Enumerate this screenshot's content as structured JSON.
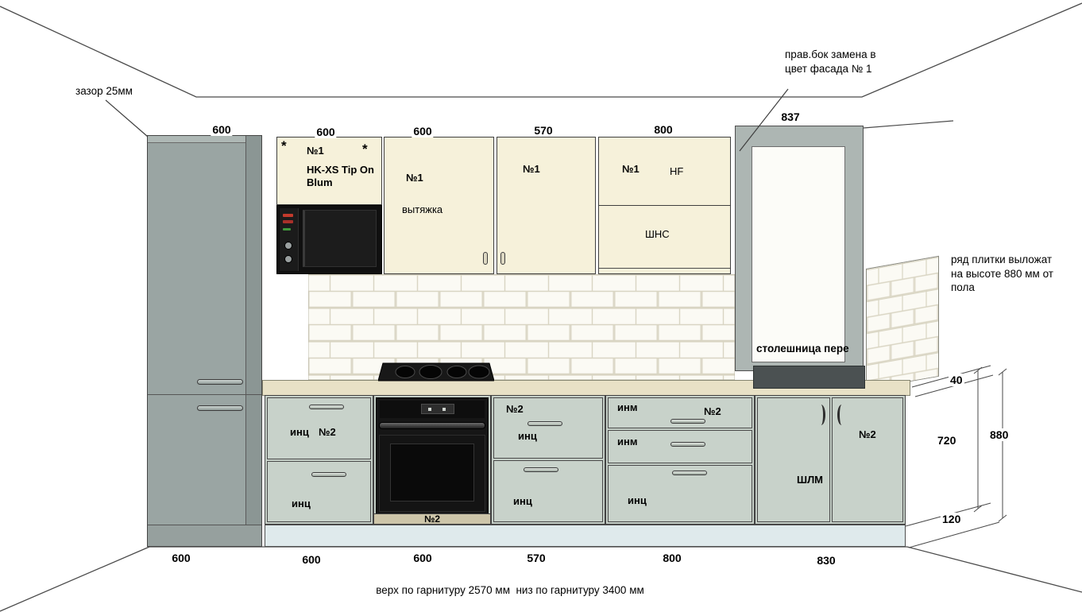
{
  "notes": {
    "gap": "зазор 25мм",
    "right_side": "прав.бок замена в цвет фасада № 1",
    "tiles": "ряд плитки выложат на высоте 880 мм от пола",
    "countertop": "столешница пере",
    "footer": "верх по гарнитуру 2570 мм  низ по гарнитуру 3400 мм"
  },
  "dims": {
    "top": [
      "600",
      "600",
      "600",
      "570",
      "800",
      "837"
    ],
    "bottom": [
      "600",
      "600",
      "600",
      "570",
      "800",
      "830"
    ],
    "right": [
      "40",
      "720",
      "880",
      "120"
    ]
  },
  "upper": {
    "cab1": {
      "star_left": "*",
      "num": "№1",
      "star_right": "*",
      "desc": "HK-XS Tip On Blum"
    },
    "cab2": {
      "num": "№1",
      "desc": "вытяжка"
    },
    "cab3": {
      "num": "№1"
    },
    "cab4": {
      "num": "№1",
      "code": "HF",
      "lower": "ШНС"
    }
  },
  "lower": {
    "cab1": {
      "row1": "инц",
      "row1_num": "№2",
      "row2": "инц"
    },
    "oven_cab": {
      "label": "№2"
    },
    "cab3": {
      "num": "№2",
      "row1": "инц",
      "row2": "инц"
    },
    "cab4": {
      "row1": "инм",
      "row1_num": "№2",
      "row2": "инм",
      "row3": "инц"
    },
    "cab5": {
      "left_door": "ШЛМ",
      "right_door": "№2"
    }
  },
  "colors": {
    "upper_cabinet": "#f6f1da",
    "lower_cabinet": "#c5cfc7",
    "tall_cabinet": "#9aa5a3",
    "countertop": "#e8e1c6",
    "plinth": "#dfeaec",
    "appliance_black": "#141414",
    "tile_white": "#fbfaf4"
  }
}
